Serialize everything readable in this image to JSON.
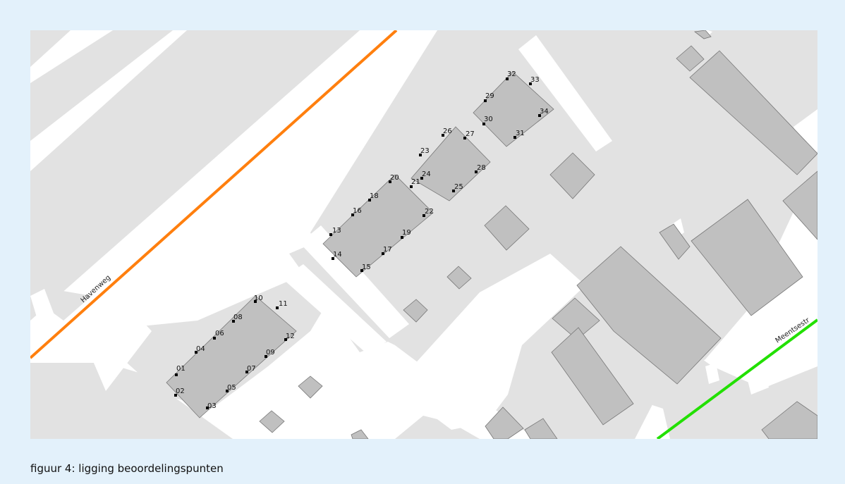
{
  "caption": "figuur 4: ligging beoordelingspunten",
  "map": {
    "streets": [
      {
        "name": "Havenweg",
        "color": "#ff7f0e"
      },
      {
        "name": "Meentsestr",
        "color": "#22e000"
      }
    ],
    "colors": {
      "background": "#ffffff",
      "ground": "#e2e2e2",
      "building": "#c0c0c0",
      "outline": "#777777",
      "point": "#000000"
    },
    "assessment_points": [
      "01",
      "02",
      "03",
      "04",
      "05",
      "06",
      "07",
      "08",
      "09",
      "10",
      "11",
      "12",
      "13",
      "14",
      "15",
      "16",
      "17",
      "18",
      "19",
      "20",
      "21",
      "22",
      "23",
      "24",
      "25",
      "26",
      "27",
      "28",
      "29",
      "30",
      "31",
      "32",
      "33",
      "34"
    ]
  }
}
